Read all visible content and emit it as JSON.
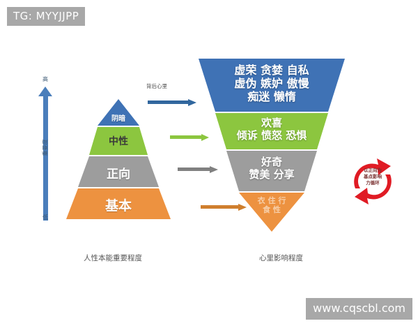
{
  "overlay": {
    "tg_tag": "TG: MYYJJPP",
    "watermark": "www.cqscbl.com"
  },
  "axis": {
    "top_label": "高",
    "bottom_label": "低",
    "title": "重要度"
  },
  "left_pyramid": {
    "caption": "人性本能重要程度",
    "layers": [
      {
        "label": "阴暗",
        "color": "#3f72b5"
      },
      {
        "label": "中性",
        "color": "#8cc63f"
      },
      {
        "label": "正向",
        "color": "#9d9d9d"
      },
      {
        "label": "基本",
        "color": "#ed9240"
      }
    ]
  },
  "flow_arrows": {
    "label": "背后心里",
    "items": [
      {
        "color": "#31679e"
      },
      {
        "color": "#8cc63f"
      },
      {
        "color": "#808080"
      },
      {
        "color": "#cf7f2e"
      }
    ]
  },
  "right_pyramid": {
    "caption": "心里影响程度",
    "bands": [
      {
        "color": "#3f72b5",
        "lines": [
          "虚荣 贪婪 自私",
          "虚伪 嫉妒 傲慢",
          "痴迷 懒惰"
        ]
      },
      {
        "color": "#8cc63f",
        "lines": [
          "欢喜",
          "倾诉 愤怒 恐惧"
        ]
      },
      {
        "color": "#9d9d9d",
        "lines": [
          "好奇",
          "赞美 分享"
        ]
      },
      {
        "color": "#ed9240",
        "lines": [
          "衣 住 行",
          "食 性"
        ]
      }
    ]
  },
  "cycle": {
    "color": "#e01b24",
    "lines": [
      "以正向为",
      "基点影响",
      "力循环"
    ]
  }
}
